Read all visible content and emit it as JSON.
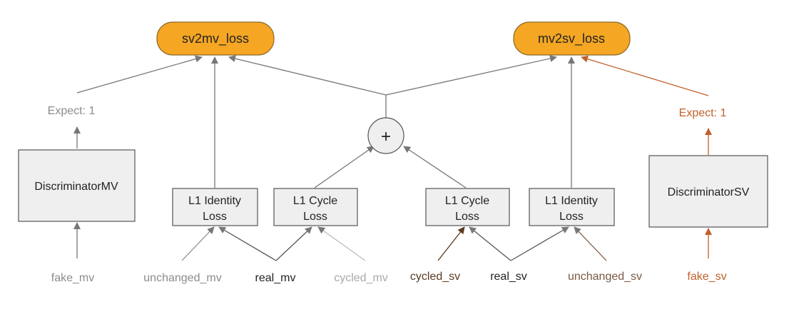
{
  "losses": {
    "sv2mv": "sv2mv_loss",
    "mv2sv": "mv2sv_loss"
  },
  "sum_symbol": "+",
  "expects": {
    "mv": "Expect: 1",
    "sv": "Expect: 1"
  },
  "boxes": {
    "disc_mv": [
      "DiscriminatorMV"
    ],
    "id_mv": [
      "L1 Identity",
      "Loss"
    ],
    "cyc_mv": [
      "L1 Cycle",
      "Loss"
    ],
    "cyc_sv": [
      "L1 Cycle",
      "Loss"
    ],
    "id_sv": [
      "L1 Identity",
      "Loss"
    ],
    "disc_sv": [
      "DiscriminatorSV"
    ]
  },
  "inputs": {
    "fake_mv": "fake_mv",
    "unchanged_mv": "unchanged_mv",
    "real_mv": "real_mv",
    "cycled_mv": "cycled_mv",
    "cycled_sv": "cycled_sv",
    "real_sv": "real_sv",
    "unchanged_sv": "unchanged_sv",
    "fake_sv": "fake_sv"
  },
  "colors": {
    "loss_fill": "#f5a623",
    "loss_stroke": "#8a6a2a",
    "box_fill": "#efefef",
    "box_stroke": "#555555",
    "edge": "#777777",
    "orange": "#c0612b",
    "grey_text": "#8c8c8c",
    "dark_text": "#222222",
    "light_text": "#aaaaaa",
    "brown_text": "#5a3a20"
  }
}
